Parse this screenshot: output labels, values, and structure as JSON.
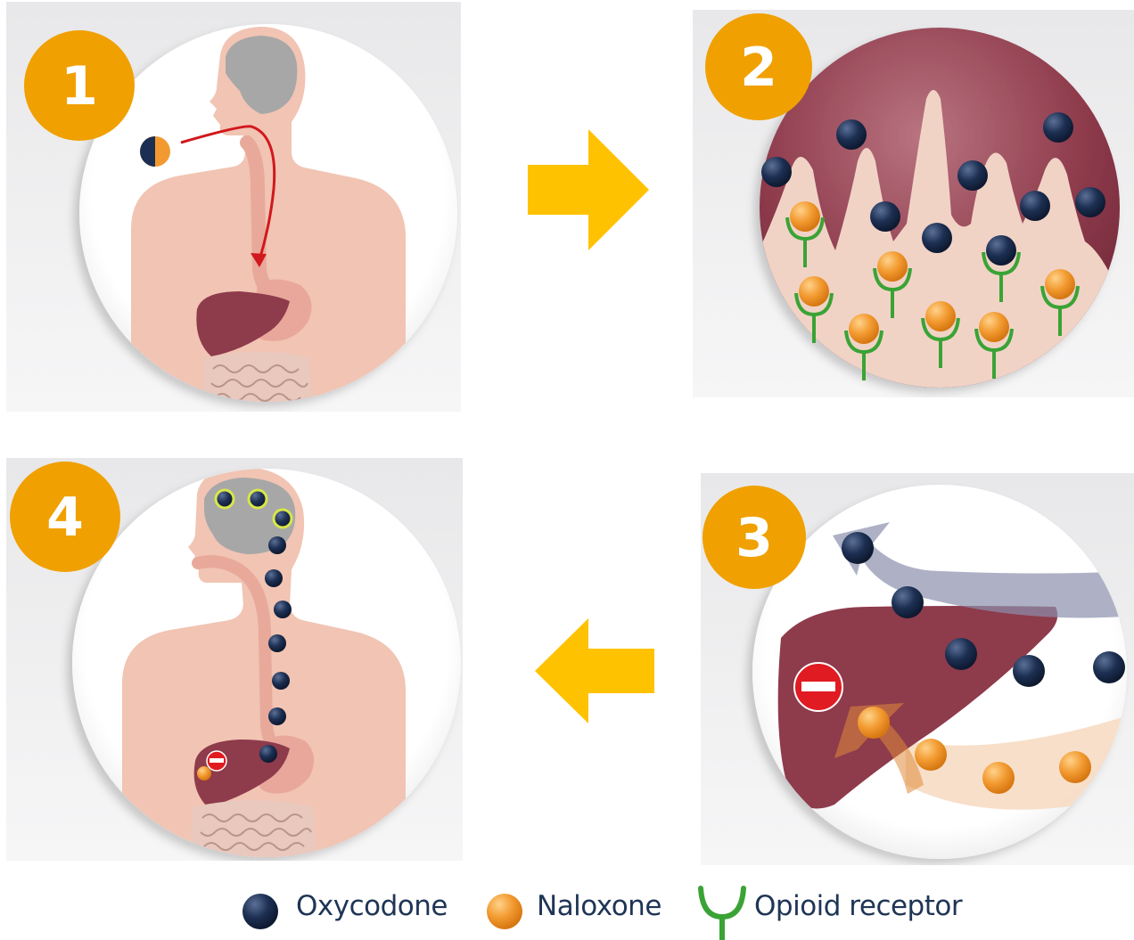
{
  "steps": [
    {
      "number": "1"
    },
    {
      "number": "2"
    },
    {
      "number": "3"
    },
    {
      "number": "4"
    }
  ],
  "legend": [
    {
      "label": "Oxycodone",
      "icon": "oxycodone-molecule-icon"
    },
    {
      "label": "Naloxone",
      "icon": "naloxone-molecule-icon"
    },
    {
      "label": "Opioid receptor",
      "icon": "opioid-receptor-icon"
    }
  ],
  "colors": {
    "badge": "#f0a000",
    "arrow": "#ffc200",
    "oxycodone": "#1c2f52",
    "naloxone": "#f29a30",
    "receptor": "#3aa335",
    "skin": "#f1c4b3",
    "liver": "#8e3b4c",
    "brain": "#a7a7a7",
    "pathway": "#d1181c",
    "legend_text": "#1f3556"
  }
}
